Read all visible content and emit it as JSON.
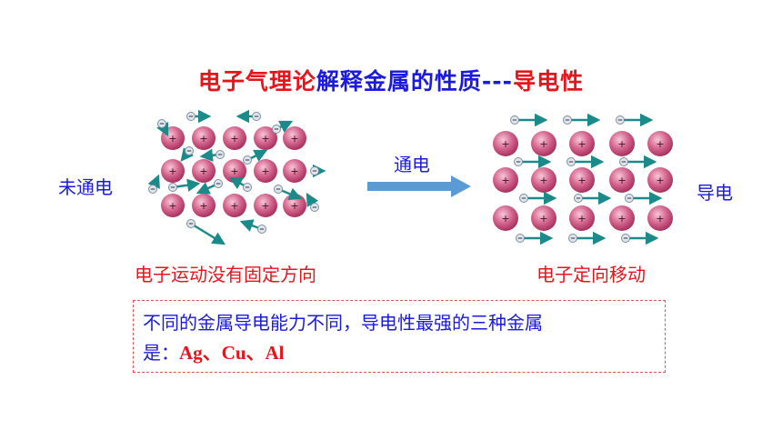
{
  "title": {
    "part1": "电子气理论",
    "part2": "解释金属的性质---",
    "part3": "导电性"
  },
  "left_label": "未通电",
  "left_caption": "电子运动没有固定方向",
  "arrow_label": "通电",
  "right_label": "导电",
  "right_caption": "电子定向移动",
  "ion_symbol": "+",
  "electron_symbol": "−",
  "note": {
    "line1": "不同的金属导电能力不同，导电性最强的三种金属",
    "prefix": "是：",
    "metals": "Ag、Cu、Al"
  },
  "colors": {
    "ion": "#c8507a",
    "arrow": "#1a8a8a",
    "big_arrow": "#5b9bd5",
    "electron": "#7a8fa0"
  }
}
